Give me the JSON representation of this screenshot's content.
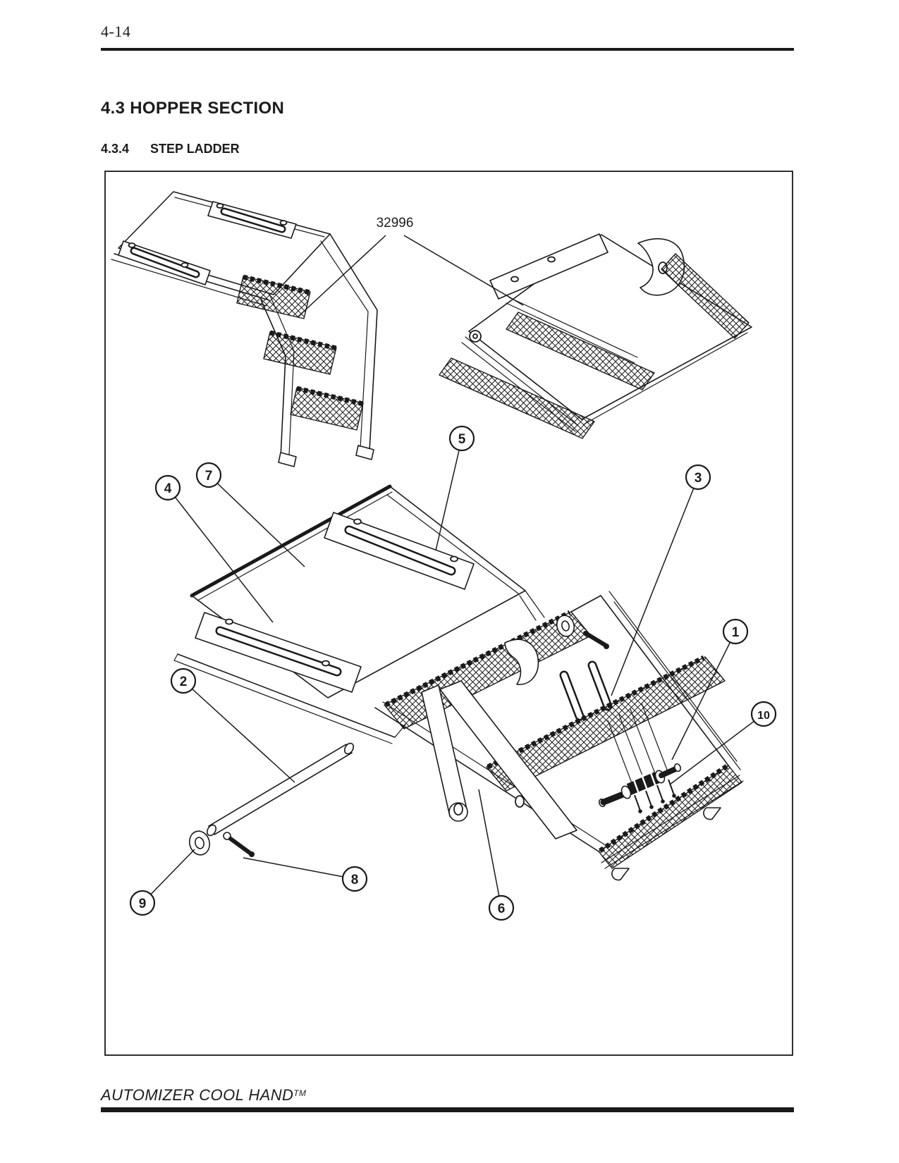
{
  "page": {
    "number": "4-14",
    "footer": {
      "brand": "AUTOMIZER COOL HAND",
      "trademark": "TM"
    }
  },
  "content": {
    "section_heading": "4.3 HOPPER SECTION",
    "subsection_number": "4.3.4",
    "subsection_title": "STEP LADDER"
  },
  "figure": {
    "description": "Exploded parts diagram of hopper step ladder with deployed and stowed views",
    "part_label": "32996",
    "callouts": [
      {
        "label": "1"
      },
      {
        "label": "2"
      },
      {
        "label": "3"
      },
      {
        "label": "4"
      },
      {
        "label": "5"
      },
      {
        "label": "6"
      },
      {
        "label": "7"
      },
      {
        "label": "8"
      },
      {
        "label": "9"
      },
      {
        "label": "10"
      }
    ]
  },
  "colors": {
    "line": "#1a1a1a",
    "text": "#1c1c1c",
    "background": "#ffffff"
  }
}
